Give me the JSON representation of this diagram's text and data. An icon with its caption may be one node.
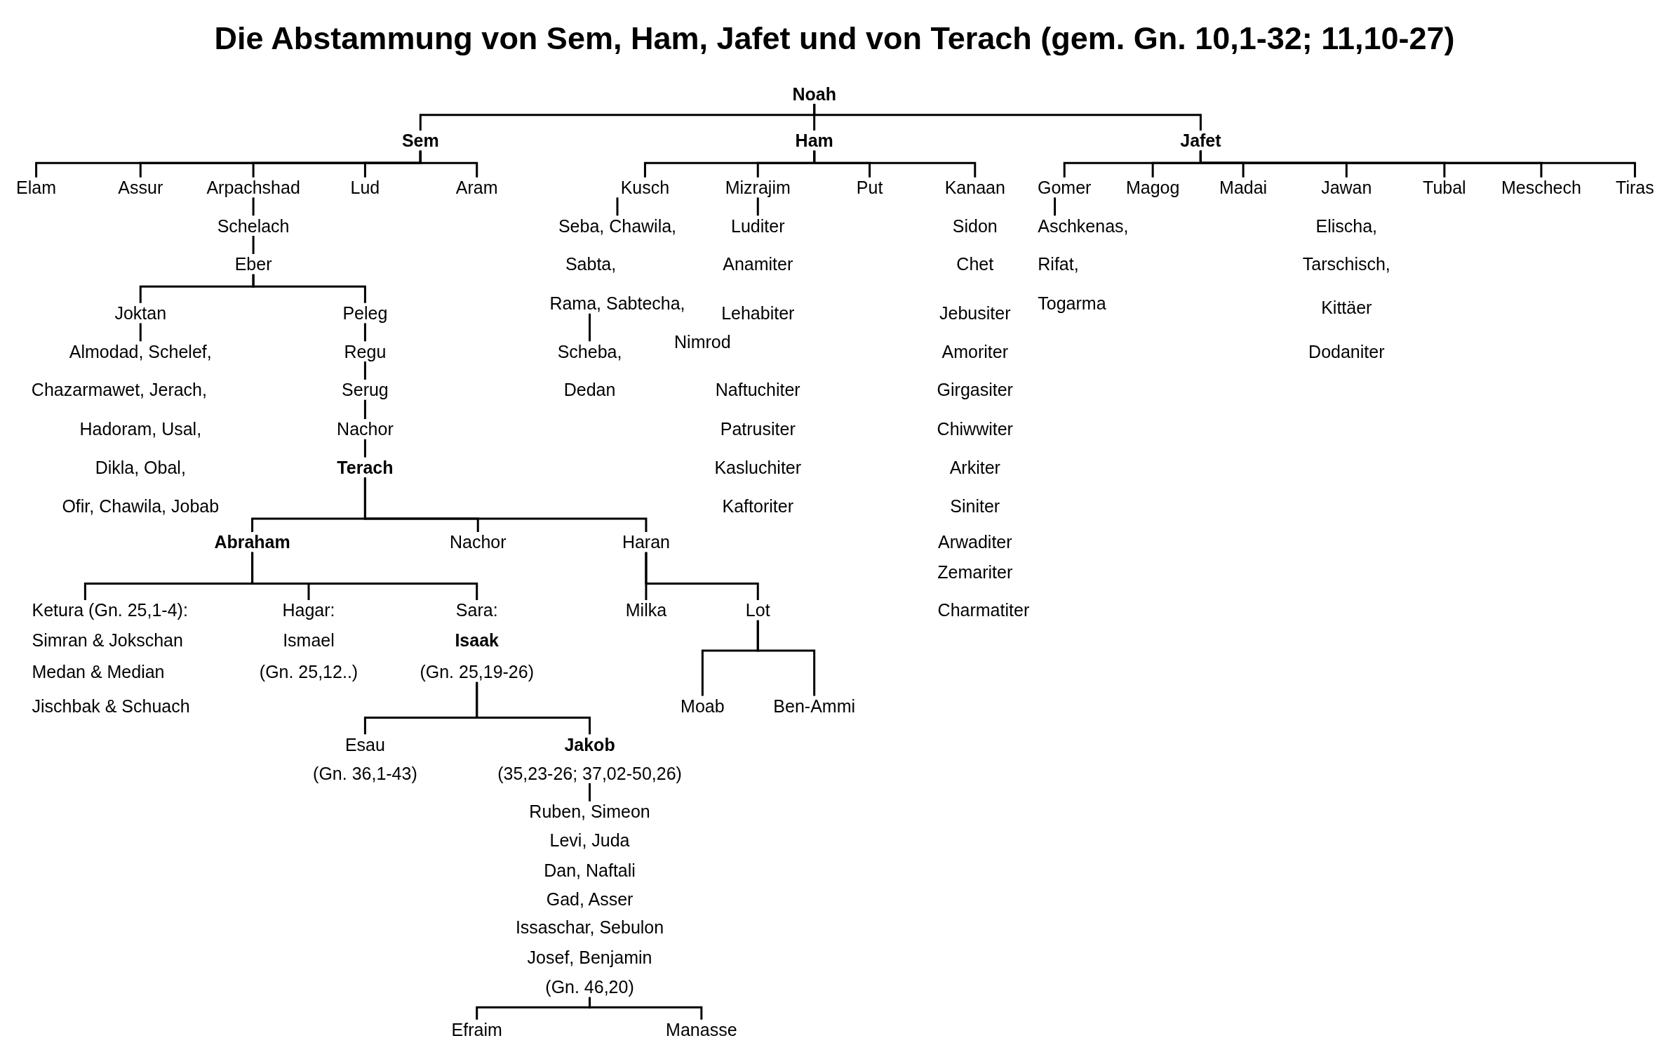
{
  "diagram": {
    "title": "Die Abstammung von Sem, Ham, Jafet und von Terach (gem. Gn. 10,1-32; 11,10-27)",
    "nodes": [
      {
        "text": [
          "Noah"
        ]
      },
      {
        "text": [
          "Sem"
        ]
      },
      {
        "text": [
          "Ham"
        ]
      },
      {
        "text": [
          "Jafet"
        ]
      },
      {
        "text": [
          "Elam"
        ]
      },
      {
        "text": [
          "Assur"
        ]
      },
      {
        "text": [
          "Arpachshad"
        ]
      },
      {
        "text": [
          "Lud"
        ]
      },
      {
        "text": [
          "Aram"
        ]
      },
      {
        "text": [
          "Kusch"
        ]
      },
      {
        "text": [
          "Mizrajim"
        ]
      },
      {
        "text": [
          "Put"
        ]
      },
      {
        "text": [
          "Kanaan"
        ]
      },
      {
        "text": [
          "Gomer"
        ]
      },
      {
        "text": [
          "Magog"
        ]
      },
      {
        "text": [
          "Madai"
        ]
      },
      {
        "text": [
          "Jawan"
        ]
      },
      {
        "text": [
          "Tubal"
        ]
      },
      {
        "text": [
          "Meschech"
        ]
      },
      {
        "text": [
          "Tiras"
        ]
      },
      {
        "text": [
          "Schelach"
        ]
      },
      {
        "text": [
          "Eber"
        ]
      },
      {
        "text": [
          "Joktan"
        ]
      },
      {
        "text": [
          "Peleg"
        ]
      },
      {
        "text": [
          "Almodad, Schelef,"
        ]
      },
      {
        "text": [
          "Chazarmawet, Jerach,"
        ]
      },
      {
        "text": [
          "Hadoram, Usal,"
        ]
      },
      {
        "text": [
          "Dikla, Obal,"
        ]
      },
      {
        "text": [
          "Ofir, Chawila, Jobab"
        ]
      },
      {
        "text": [
          "Regu"
        ]
      },
      {
        "text": [
          "Serug"
        ]
      },
      {
        "text": [
          "Nachor"
        ]
      },
      {
        "text": [
          "Terach"
        ]
      },
      {
        "text": [
          "Seba, Chawila,"
        ]
      },
      {
        "text": [
          "Sabta,"
        ]
      },
      {
        "text": [
          "Rama, Sabtecha,"
        ]
      },
      {
        "text": [
          "Scheba,"
        ]
      },
      {
        "text": [
          "Dedan"
        ]
      },
      {
        "text": [
          "Nimrod"
        ]
      },
      {
        "text": [
          "Luditer"
        ]
      },
      {
        "text": [
          "Anamiter"
        ]
      },
      {
        "text": [
          "Lehabiter"
        ]
      },
      {
        "text": [
          "Naftuchiter"
        ]
      },
      {
        "text": [
          "Patrusiter"
        ]
      },
      {
        "text": [
          "Kasluchiter"
        ]
      },
      {
        "text": [
          "Kaftoriter"
        ]
      },
      {
        "text": [
          "Sidon"
        ]
      },
      {
        "text": [
          "Chet"
        ]
      },
      {
        "text": [
          "Jebusiter"
        ]
      },
      {
        "text": [
          "Amoriter"
        ]
      },
      {
        "text": [
          "Girgasiter"
        ]
      },
      {
        "text": [
          "Chiwwiter"
        ]
      },
      {
        "text": [
          "Arkiter"
        ]
      },
      {
        "text": [
          "Siniter"
        ]
      },
      {
        "text": [
          "Arwaditer"
        ]
      },
      {
        "text": [
          "Zemariter"
        ]
      },
      {
        "text": [
          "Charmatiter"
        ]
      },
      {
        "text": [
          "Aschkenas,"
        ]
      },
      {
        "text": [
          "Rifat,"
        ]
      },
      {
        "text": [
          "Togarma"
        ]
      },
      {
        "text": [
          "Elischa,"
        ]
      },
      {
        "text": [
          "Tarschisch,"
        ]
      },
      {
        "text": [
          "Kittäer"
        ]
      },
      {
        "text": [
          "Dodaniter"
        ]
      },
      {
        "text": [
          "Abraham"
        ]
      },
      {
        "text": [
          "Nachor"
        ]
      },
      {
        "text": [
          "Haran"
        ]
      },
      {
        "text": [
          "Ketura (Gn. 25,1-4):"
        ]
      },
      {
        "text": [
          "Simran & Jokschan"
        ]
      },
      {
        "text": [
          "Medan & Median"
        ]
      },
      {
        "text": [
          "Jischbak & Schuach"
        ]
      },
      {
        "text": [
          "Hagar:"
        ]
      },
      {
        "text": [
          "Ismael"
        ]
      },
      {
        "text": [
          "(Gn. 25,12..)"
        ]
      },
      {
        "text": [
          "Sara:"
        ]
      },
      {
        "text": [
          "Isaak"
        ]
      },
      {
        "text": [
          "(Gn. 25,19-26)"
        ]
      },
      {
        "text": [
          "Milka"
        ]
      },
      {
        "text": [
          "Lot"
        ]
      },
      {
        "text": [
          "Moab"
        ]
      },
      {
        "text": [
          "Ben-Ammi"
        ]
      },
      {
        "text": [
          "Esau"
        ]
      },
      {
        "text": [
          "(Gn. 36,1-43)"
        ]
      },
      {
        "text": [
          "Jakob"
        ]
      },
      {
        "text": [
          "(35,23-26; 37,02-50,26)"
        ]
      },
      {
        "text": [
          "Ruben, Simeon"
        ]
      },
      {
        "text": [
          "Levi, Juda"
        ]
      },
      {
        "text": [
          "Dan, Naftali"
        ]
      },
      {
        "text": [
          "Gad, Asser"
        ]
      },
      {
        "text": [
          "Issaschar, Sebulon"
        ]
      },
      {
        "text": [
          "Josef, Benjamin"
        ]
      },
      {
        "text": [
          "(Gn. 46,20)"
        ]
      },
      {
        "text": [
          "Efraim"
        ]
      },
      {
        "text": [
          "Manasse"
        ]
      }
    ],
    "edges": [
      {
        "from": 0,
        "to": 1,
        "arrow": "none"
      },
      {
        "from": 0,
        "to": 2,
        "arrow": "none"
      },
      {
        "from": 0,
        "to": 3,
        "arrow": "none"
      },
      {
        "from": 1,
        "to": 4,
        "arrow": "none"
      },
      {
        "from": 1,
        "to": 5,
        "arrow": "none"
      },
      {
        "from": 1,
        "to": 6,
        "arrow": "none"
      },
      {
        "from": 1,
        "to": 7,
        "arrow": "none"
      },
      {
        "from": 1,
        "to": 8,
        "arrow": "none"
      },
      {
        "from": 2,
        "to": 9,
        "arrow": "none"
      },
      {
        "from": 2,
        "to": 10,
        "arrow": "none"
      },
      {
        "from": 2,
        "to": 11,
        "arrow": "none"
      },
      {
        "from": 2,
        "to": 12,
        "arrow": "none"
      },
      {
        "from": 3,
        "to": 13,
        "arrow": "none"
      },
      {
        "from": 3,
        "to": 14,
        "arrow": "none"
      },
      {
        "from": 3,
        "to": 15,
        "arrow": "none"
      },
      {
        "from": 3,
        "to": 16,
        "arrow": "none"
      },
      {
        "from": 3,
        "to": 17,
        "arrow": "none"
      },
      {
        "from": 3,
        "to": 18,
        "arrow": "none"
      },
      {
        "from": 3,
        "to": 19,
        "arrow": "none"
      },
      {
        "from": 6,
        "to": 20,
        "arrow": "none"
      },
      {
        "from": 20,
        "to": 21,
        "arrow": "none"
      },
      {
        "from": 21,
        "to": 22,
        "arrow": "none"
      },
      {
        "from": 21,
        "to": 23,
        "arrow": "none"
      },
      {
        "from": 22,
        "to": 24,
        "arrow": "none"
      },
      {
        "from": 23,
        "to": 29,
        "arrow": "none"
      },
      {
        "from": 29,
        "to": 30,
        "arrow": "none"
      },
      {
        "from": 30,
        "to": 31,
        "arrow": "none"
      },
      {
        "from": 31,
        "to": 32,
        "arrow": "none"
      },
      {
        "from": 9,
        "to": 33,
        "arrow": "none"
      },
      {
        "from": 35,
        "to": 36,
        "arrow": "none"
      },
      {
        "from": 10,
        "to": 39,
        "arrow": "none"
      },
      {
        "from": 13,
        "to": 57,
        "arrow": "none"
      },
      {
        "from": 32,
        "to": 64,
        "arrow": "none"
      },
      {
        "from": 32,
        "to": 65,
        "arrow": "none"
      },
      {
        "from": 32,
        "to": 66,
        "arrow": "none"
      },
      {
        "from": 64,
        "to": 67,
        "arrow": "none"
      },
      {
        "from": 64,
        "to": 71,
        "arrow": "none"
      },
      {
        "from": 64,
        "to": 74,
        "arrow": "none"
      },
      {
        "from": 66,
        "to": 77,
        "arrow": "none"
      },
      {
        "from": 66,
        "to": 78,
        "arrow": "none"
      },
      {
        "from": 78,
        "to": 79,
        "arrow": "none"
      },
      {
        "from": 78,
        "to": 80,
        "arrow": "none"
      },
      {
        "from": 76,
        "to": 81,
        "arrow": "none"
      },
      {
        "from": 76,
        "to": 83,
        "arrow": "none"
      },
      {
        "from": 84,
        "to": 85,
        "arrow": "none"
      },
      {
        "from": 91,
        "to": 92,
        "arrow": "none"
      },
      {
        "from": 91,
        "to": 93,
        "arrow": "none"
      }
    ]
  }
}
